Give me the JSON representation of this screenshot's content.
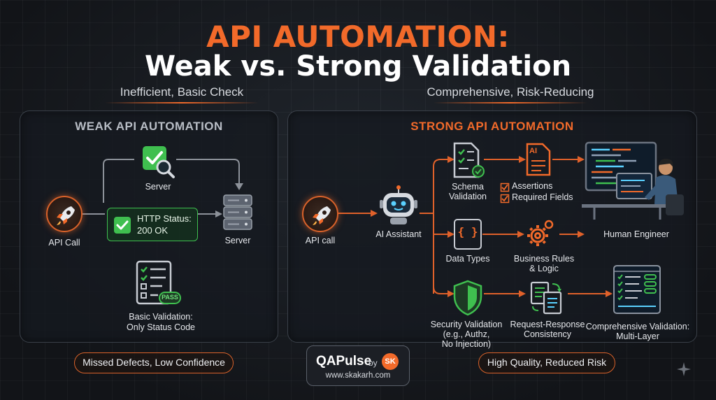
{
  "title": {
    "line1": "API AUTOMATION:",
    "line2": "Weak vs. Strong Validation"
  },
  "left": {
    "subtitle": "Inefficient, Basic Check",
    "panel_title": "WEAK API AUTOMATION",
    "api_call": "API Call",
    "server_top": "Server",
    "server_right": "Server",
    "status_line1": "HTTP Status:",
    "status_line2": "200 OK",
    "basic_line1": "Basic Validation:",
    "basic_line2": "Only Status Code",
    "pass_badge": "PASS",
    "footer": "Missed Defects, Low Confidence"
  },
  "right": {
    "subtitle": "Comprehensive, Risk-Reducing",
    "panel_title": "STRONG API AUTOMATION",
    "api_call": "API call",
    "ai_assistant": "AI Assistant",
    "schema_line1": "Schema",
    "schema_line2": "Validation",
    "ai_doc": "AI",
    "assertions": "Assertions",
    "required_fields": "Required Fields",
    "human_engineer": "Human Engineer",
    "data_types": "Data Types",
    "braces": "{ }",
    "business_line1": "Business Rules",
    "business_line2": "& Logic",
    "security_line1": "Security Validation",
    "security_line2": "(e.g., Authz,",
    "security_line3": "No Injection)",
    "reqres_line1": "Request-Response",
    "reqres_line2": "Consistency",
    "comprehensive_line1": "Comprehensive Validation:",
    "comprehensive_line2": "Multi-Layer",
    "footer": "High Quality, Reduced Risk"
  },
  "brand": {
    "name": "QAPulse",
    "by": "by",
    "badge": "SK",
    "url": "www.skakarh.com"
  },
  "colors": {
    "accent": "#f26a2a",
    "green": "#3fbf4f",
    "panel_border": "#3a4049"
  }
}
